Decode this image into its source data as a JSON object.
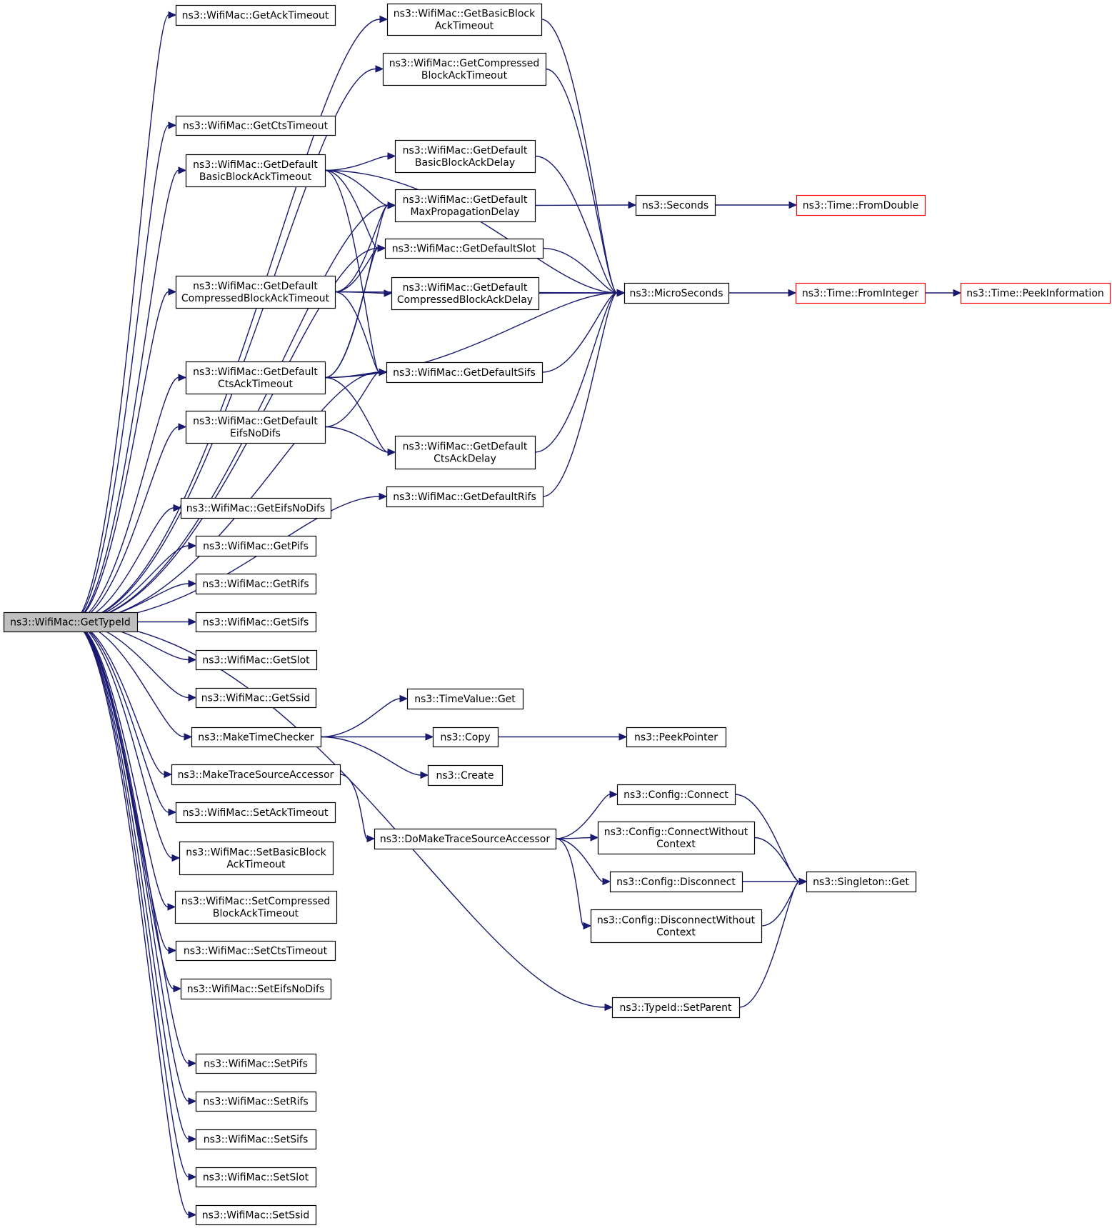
{
  "colors": {
    "edge": "#191970",
    "node_border": "#000000",
    "root_fill": "#bfbfbf",
    "external_border": "#ff0000",
    "background": "#ffffff"
  },
  "nodes": {
    "getTypeId": {
      "lines": [
        "ns3::WifiMac::GetTypeId"
      ],
      "style": "root"
    },
    "getAckTimeout": {
      "lines": [
        "ns3::WifiMac::GetAckTimeout"
      ]
    },
    "getBasicBlockAckTimeout": {
      "lines": [
        "ns3::WifiMac::GetBasicBlock",
        "AckTimeout"
      ]
    },
    "getCompressedBlockAckTimeout": {
      "lines": [
        "ns3::WifiMac::GetCompressed",
        "BlockAckTimeout"
      ]
    },
    "getCtsTimeout": {
      "lines": [
        "ns3::WifiMac::GetCtsTimeout"
      ]
    },
    "getDefaultBasicBlockAckTimeout": {
      "lines": [
        "ns3::WifiMac::GetDefault",
        "BasicBlockAckTimeout"
      ]
    },
    "getDefaultBasicBlockAckDelay": {
      "lines": [
        "ns3::WifiMac::GetDefault",
        "BasicBlockAckDelay"
      ]
    },
    "getDefaultMaxPropagationDelay": {
      "lines": [
        "ns3::WifiMac::GetDefault",
        "MaxPropagationDelay"
      ]
    },
    "seconds": {
      "lines": [
        "ns3::Seconds"
      ]
    },
    "timeFromDouble": {
      "lines": [
        "ns3::Time::FromDouble"
      ],
      "style": "external"
    },
    "getDefaultSlot": {
      "lines": [
        "ns3::WifiMac::GetDefaultSlot"
      ]
    },
    "getDefaultCompressedBlockAckTimeout": {
      "lines": [
        "ns3::WifiMac::GetDefault",
        "CompressedBlockAckTimeout"
      ]
    },
    "getDefaultCompressedBlockAckDelay": {
      "lines": [
        "ns3::WifiMac::GetDefault",
        "CompressedBlockAckDelay"
      ]
    },
    "microSeconds": {
      "lines": [
        "ns3::MicroSeconds"
      ]
    },
    "timeFromInteger": {
      "lines": [
        "ns3::Time::FromInteger"
      ],
      "style": "external"
    },
    "timePeekInformation": {
      "lines": [
        "ns3::Time::PeekInformation"
      ],
      "style": "external"
    },
    "getDefaultCtsAckTimeout": {
      "lines": [
        "ns3::WifiMac::GetDefault",
        "CtsAckTimeout"
      ]
    },
    "getDefaultSifs": {
      "lines": [
        "ns3::WifiMac::GetDefaultSifs"
      ]
    },
    "getDefaultEifsNoDifs": {
      "lines": [
        "ns3::WifiMac::GetDefault",
        "EifsNoDifs"
      ]
    },
    "getDefaultCtsAckDelay": {
      "lines": [
        "ns3::WifiMac::GetDefault",
        "CtsAckDelay"
      ]
    },
    "getDefaultRifs": {
      "lines": [
        "ns3::WifiMac::GetDefaultRifs"
      ]
    },
    "getEifsNoDifs": {
      "lines": [
        "ns3::WifiMac::GetEifsNoDifs"
      ]
    },
    "getPifs": {
      "lines": [
        "ns3::WifiMac::GetPifs"
      ]
    },
    "getRifs": {
      "lines": [
        "ns3::WifiMac::GetRifs"
      ]
    },
    "getSifs": {
      "lines": [
        "ns3::WifiMac::GetSifs"
      ]
    },
    "getSlot": {
      "lines": [
        "ns3::WifiMac::GetSlot"
      ]
    },
    "getSsid": {
      "lines": [
        "ns3::WifiMac::GetSsid"
      ]
    },
    "timeValueGet": {
      "lines": [
        "ns3::TimeValue::Get"
      ]
    },
    "makeTimeChecker": {
      "lines": [
        "ns3::MakeTimeChecker"
      ]
    },
    "copy": {
      "lines": [
        "ns3::Copy"
      ]
    },
    "peekPointer": {
      "lines": [
        "ns3::PeekPointer"
      ]
    },
    "create": {
      "lines": [
        "ns3::Create"
      ]
    },
    "makeTraceSourceAccessor": {
      "lines": [
        "ns3::MakeTraceSourceAccessor"
      ]
    },
    "configConnect": {
      "lines": [
        "ns3::Config::Connect"
      ]
    },
    "setAckTimeout": {
      "lines": [
        "ns3::WifiMac::SetAckTimeout"
      ]
    },
    "doMakeTraceSourceAccessor": {
      "lines": [
        "ns3::DoMakeTraceSourceAccessor"
      ]
    },
    "configConnectWithoutContext": {
      "lines": [
        "ns3::Config::ConnectWithout",
        "Context"
      ]
    },
    "setBasicBlockAckTimeout": {
      "lines": [
        "ns3::WifiMac::SetBasicBlock",
        "AckTimeout"
      ]
    },
    "configDisconnect": {
      "lines": [
        "ns3::Config::Disconnect"
      ]
    },
    "singletonGet": {
      "lines": [
        "ns3::Singleton::Get"
      ]
    },
    "setCompressedBlockAckTimeout": {
      "lines": [
        "ns3::WifiMac::SetCompressed",
        "BlockAckTimeout"
      ]
    },
    "configDisconnectWithoutContext": {
      "lines": [
        "ns3::Config::DisconnectWithout",
        "Context"
      ]
    },
    "setCtsTimeout": {
      "lines": [
        "ns3::WifiMac::SetCtsTimeout"
      ]
    },
    "setEifsNoDifs": {
      "lines": [
        "ns3::WifiMac::SetEifsNoDifs"
      ]
    },
    "typeIdSetParent": {
      "lines": [
        "ns3::TypeId::SetParent"
      ]
    },
    "setPifs": {
      "lines": [
        "ns3::WifiMac::SetPifs"
      ]
    },
    "setRifs": {
      "lines": [
        "ns3::WifiMac::SetRifs"
      ]
    },
    "setSifs": {
      "lines": [
        "ns3::WifiMac::SetSifs"
      ]
    },
    "setSlot": {
      "lines": [
        "ns3::WifiMac::SetSlot"
      ]
    },
    "setSsid": {
      "lines": [
        "ns3::WifiMac::SetSsid"
      ]
    }
  },
  "edges": [
    [
      "getTypeId",
      "getAckTimeout"
    ],
    [
      "getTypeId",
      "getBasicBlockAckTimeout"
    ],
    [
      "getTypeId",
      "getCompressedBlockAckTimeout"
    ],
    [
      "getTypeId",
      "getCtsTimeout"
    ],
    [
      "getTypeId",
      "getDefaultBasicBlockAckTimeout"
    ],
    [
      "getTypeId",
      "getDefaultMaxPropagationDelay"
    ],
    [
      "getTypeId",
      "getDefaultSlot"
    ],
    [
      "getTypeId",
      "getDefaultCompressedBlockAckTimeout"
    ],
    [
      "getTypeId",
      "getDefaultSifs"
    ],
    [
      "getTypeId",
      "getDefaultCtsAckTimeout"
    ],
    [
      "getTypeId",
      "getDefaultEifsNoDifs"
    ],
    [
      "getTypeId",
      "getDefaultRifs"
    ],
    [
      "getTypeId",
      "getEifsNoDifs"
    ],
    [
      "getTypeId",
      "getPifs"
    ],
    [
      "getTypeId",
      "getRifs"
    ],
    [
      "getTypeId",
      "getSifs"
    ],
    [
      "getTypeId",
      "getSlot"
    ],
    [
      "getTypeId",
      "getSsid"
    ],
    [
      "getTypeId",
      "makeTimeChecker"
    ],
    [
      "getTypeId",
      "makeTraceSourceAccessor"
    ],
    [
      "getTypeId",
      "setAckTimeout"
    ],
    [
      "getTypeId",
      "setBasicBlockAckTimeout"
    ],
    [
      "getTypeId",
      "setCompressedBlockAckTimeout"
    ],
    [
      "getTypeId",
      "setCtsTimeout"
    ],
    [
      "getTypeId",
      "setEifsNoDifs"
    ],
    [
      "getTypeId",
      "typeIdSetParent"
    ],
    [
      "getTypeId",
      "setPifs"
    ],
    [
      "getTypeId",
      "setRifs"
    ],
    [
      "getTypeId",
      "setSifs"
    ],
    [
      "getTypeId",
      "setSlot"
    ],
    [
      "getTypeId",
      "setSsid"
    ],
    [
      "getBasicBlockAckTimeout",
      "microSeconds"
    ],
    [
      "getCompressedBlockAckTimeout",
      "microSeconds"
    ],
    [
      "getDefaultBasicBlockAckTimeout",
      "getDefaultBasicBlockAckDelay"
    ],
    [
      "getDefaultBasicBlockAckTimeout",
      "getDefaultMaxPropagationDelay"
    ],
    [
      "getDefaultBasicBlockAckTimeout",
      "getDefaultSlot"
    ],
    [
      "getDefaultBasicBlockAckTimeout",
      "getDefaultSifs"
    ],
    [
      "getDefaultBasicBlockAckTimeout",
      "microSeconds"
    ],
    [
      "getDefaultBasicBlockAckDelay",
      "microSeconds"
    ],
    [
      "getDefaultMaxPropagationDelay",
      "seconds"
    ],
    [
      "seconds",
      "timeFromDouble"
    ],
    [
      "getDefaultSlot",
      "microSeconds"
    ],
    [
      "getDefaultCompressedBlockAckTimeout",
      "getDefaultMaxPropagationDelay"
    ],
    [
      "getDefaultCompressedBlockAckTimeout",
      "getDefaultSlot"
    ],
    [
      "getDefaultCompressedBlockAckTimeout",
      "getDefaultCompressedBlockAckDelay"
    ],
    [
      "getDefaultCompressedBlockAckTimeout",
      "getDefaultSifs"
    ],
    [
      "getDefaultCompressedBlockAckTimeout",
      "microSeconds"
    ],
    [
      "getDefaultCompressedBlockAckDelay",
      "microSeconds"
    ],
    [
      "microSeconds",
      "timeFromInteger"
    ],
    [
      "timeFromInteger",
      "timePeekInformation"
    ],
    [
      "getDefaultCtsAckTimeout",
      "getDefaultMaxPropagationDelay"
    ],
    [
      "getDefaultCtsAckTimeout",
      "getDefaultSlot"
    ],
    [
      "getDefaultCtsAckTimeout",
      "getDefaultSifs"
    ],
    [
      "getDefaultCtsAckTimeout",
      "getDefaultCtsAckDelay"
    ],
    [
      "getDefaultCtsAckTimeout",
      "microSeconds"
    ],
    [
      "getDefaultSifs",
      "microSeconds"
    ],
    [
      "getDefaultEifsNoDifs",
      "getDefaultSifs"
    ],
    [
      "getDefaultEifsNoDifs",
      "getDefaultCtsAckDelay"
    ],
    [
      "getDefaultCtsAckDelay",
      "microSeconds"
    ],
    [
      "getDefaultRifs",
      "microSeconds"
    ],
    [
      "makeTimeChecker",
      "timeValueGet"
    ],
    [
      "makeTimeChecker",
      "copy"
    ],
    [
      "makeTimeChecker",
      "create"
    ],
    [
      "copy",
      "peekPointer"
    ],
    [
      "makeTraceSourceAccessor",
      "doMakeTraceSourceAccessor"
    ],
    [
      "doMakeTraceSourceAccessor",
      "configConnect"
    ],
    [
      "doMakeTraceSourceAccessor",
      "configConnectWithoutContext"
    ],
    [
      "doMakeTraceSourceAccessor",
      "configDisconnect"
    ],
    [
      "doMakeTraceSourceAccessor",
      "configDisconnectWithoutContext"
    ],
    [
      "configConnect",
      "singletonGet"
    ],
    [
      "configConnectWithoutContext",
      "singletonGet"
    ],
    [
      "configDisconnect",
      "singletonGet"
    ],
    [
      "configDisconnectWithoutContext",
      "singletonGet"
    ],
    [
      "typeIdSetParent",
      "singletonGet"
    ]
  ]
}
